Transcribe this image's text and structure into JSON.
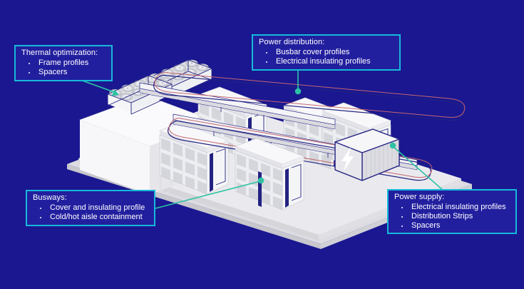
{
  "colors": {
    "background": "#1a1791",
    "callout_border": "#16b9d8",
    "callout_fill": "#221f9f",
    "connector": "#2cc2a3",
    "busbar_red": "#c5666e",
    "wire_navy": "#232282",
    "text": "#ffffff"
  },
  "callouts": {
    "thermal": {
      "title": "Thermal optimization:",
      "items": [
        "Frame profiles",
        "Spacers"
      ]
    },
    "power_distribution": {
      "title": "Power distribution:",
      "items": [
        "Busbar cover profiles",
        "Electrical insulating profiles"
      ]
    },
    "busways": {
      "title": "Busways:",
      "items": [
        "Cover and insulating profile",
        "Cold/hot aisle containment"
      ]
    },
    "power_supply": {
      "title": "Power supply:",
      "items": [
        "Electrical insulating profiles",
        "Distribution Strips",
        "Spacers"
      ]
    }
  },
  "illustration": {
    "subject": "isometric data center on platform",
    "icons": [
      "fan-icon",
      "lightning-bolt-icon"
    ]
  }
}
